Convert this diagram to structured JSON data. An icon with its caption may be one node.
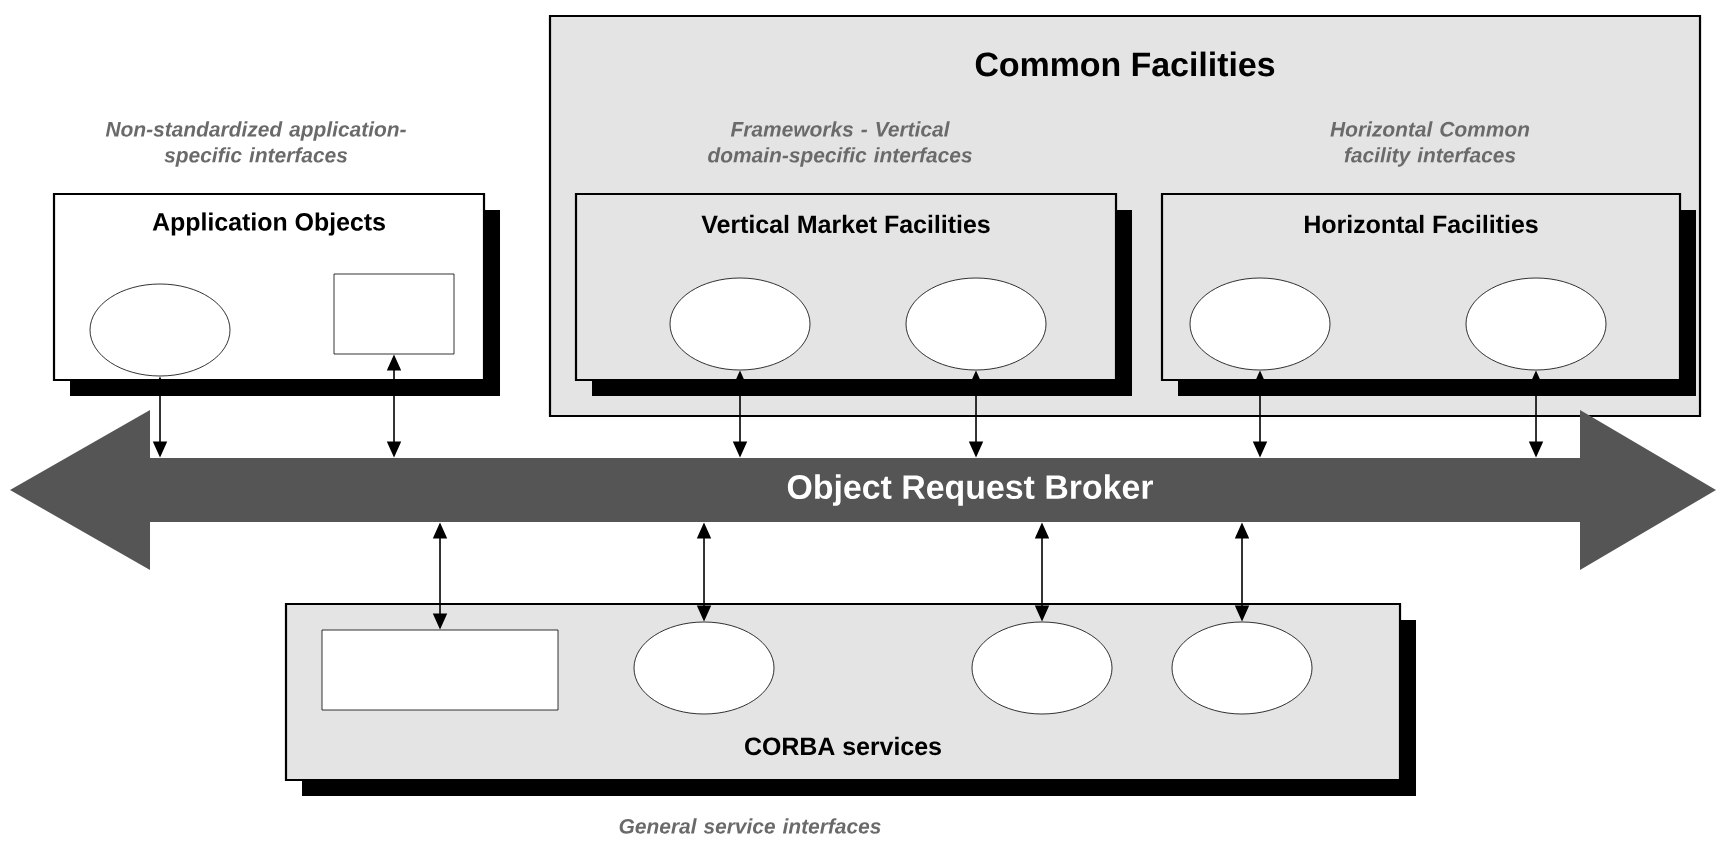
{
  "diagram": {
    "nodes": [
      {
        "text": [
          "Application Objects"
        ],
        "beside": [
          "Non-standardized application-specific interfaces"
        ]
      },
      {
        "text": [],
        "shape": "ellipse",
        "in": 0
      },
      {
        "text": [],
        "shape": "box",
        "in": 0
      },
      {
        "text": [
          "Common Facilities"
        ]
      },
      {
        "text": [
          "Vertical Market Facilities"
        ],
        "beside": [
          "Frameworks - Vertical domain-specific interfaces"
        ],
        "in": 3
      },
      {
        "text": [],
        "shape": "ellipse",
        "in": 4
      },
      {
        "text": [],
        "shape": "ellipse",
        "in": 4
      },
      {
        "text": [
          "Horizontal Facilities"
        ],
        "beside": [
          "Horizontal Common facility interfaces"
        ],
        "in": 3
      },
      {
        "text": [],
        "shape": "ellipse",
        "in": 7
      },
      {
        "text": [],
        "shape": "ellipse",
        "in": 7
      },
      {
        "text": [
          "Object Request Broker"
        ]
      },
      {
        "text": [
          "CORBA services"
        ],
        "beside": [
          "General service interfaces"
        ]
      },
      {
        "text": [],
        "shape": "box",
        "in": 11
      },
      {
        "text": [],
        "shape": "ellipse",
        "in": 11
      },
      {
        "text": [],
        "shape": "ellipse",
        "in": 11
      },
      {
        "text": [],
        "shape": "ellipse",
        "in": 11
      }
    ],
    "edges": [
      {
        "from": 1,
        "to": 10,
        "arrow": "both"
      },
      {
        "from": 2,
        "to": 10,
        "arrow": "both"
      },
      {
        "from": 5,
        "to": 10,
        "arrow": "both"
      },
      {
        "from": 6,
        "to": 10,
        "arrow": "both"
      },
      {
        "from": 8,
        "to": 10,
        "arrow": "both"
      },
      {
        "from": 9,
        "to": 10,
        "arrow": "both"
      },
      {
        "from": 10,
        "to": 12,
        "arrow": "both"
      },
      {
        "from": 10,
        "to": 13,
        "arrow": "both"
      },
      {
        "from": 10,
        "to": 14,
        "arrow": "both"
      },
      {
        "from": 10,
        "to": 15,
        "arrow": "both"
      }
    ]
  }
}
